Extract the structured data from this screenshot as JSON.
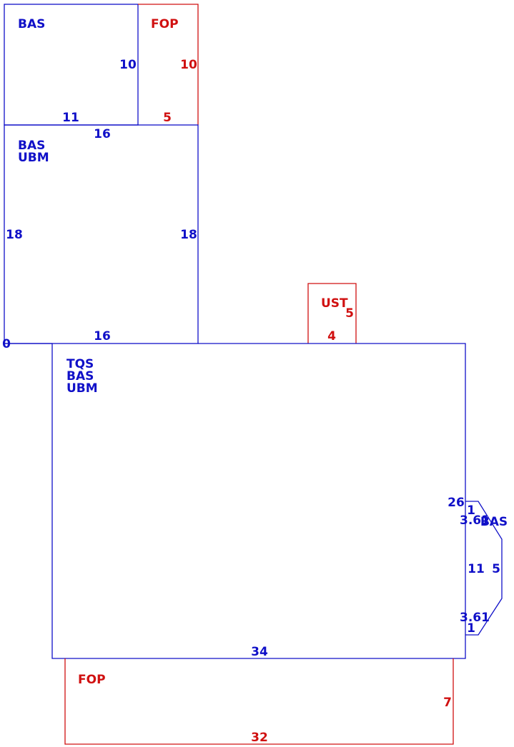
{
  "colors": {
    "main": "#1010c8",
    "accessory": "#d01010"
  },
  "areas": {
    "bas_top": {
      "code": "BAS",
      "dim_right": "10",
      "dim_bottom": "11"
    },
    "fop_top": {
      "code": "FOP",
      "dim_right": "10",
      "dim_bottom": "5"
    },
    "bas_ubm": {
      "codes": [
        "BAS",
        "UBM"
      ],
      "dim_top": "16",
      "dim_left": "18",
      "dim_right": "18",
      "dim_bottom": "16",
      "dim_corner": "0"
    },
    "ust": {
      "code": "UST",
      "dim_right": "5",
      "dim_bottom": "4"
    },
    "tqs_bas_ubm": {
      "codes": [
        "TQS",
        "BAS",
        "UBM"
      ],
      "dim_right": "26",
      "dim_bottom": "34"
    },
    "bay_bas": {
      "code": "BAS",
      "dim_top_run": "1",
      "dim_top_diag": "3.61",
      "dim_inner": "11",
      "dim_outer": "5",
      "dim_bottom_diag": "3.61",
      "dim_bottom_run": "1"
    },
    "fop_bottom": {
      "code": "FOP",
      "dim_right": "7",
      "dim_bottom": "32"
    }
  }
}
